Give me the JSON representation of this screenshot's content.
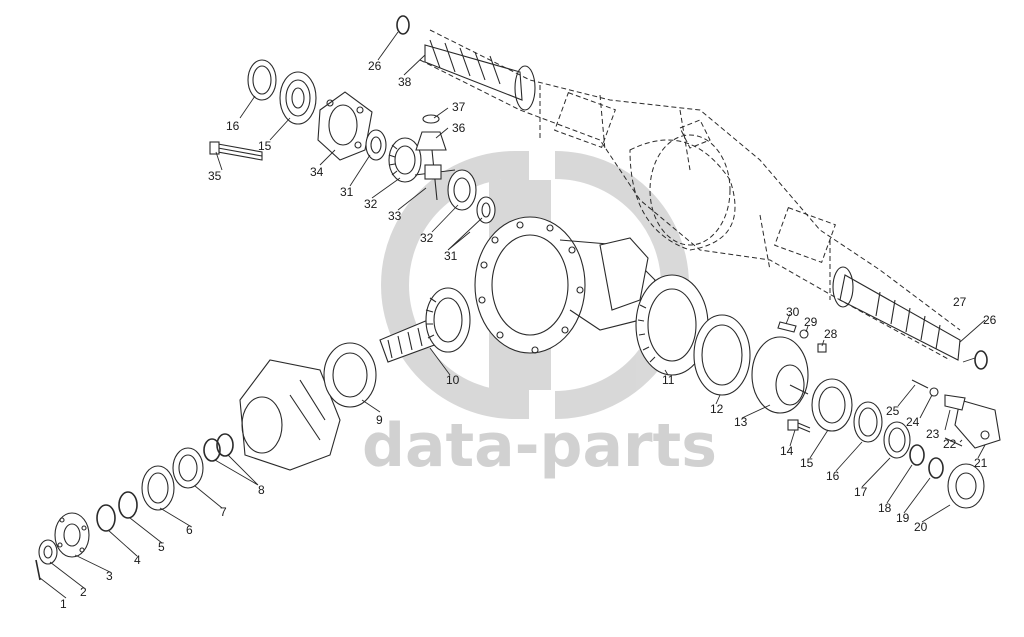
{
  "watermark": {
    "text": "data-parts",
    "color": "#9a9a9a"
  },
  "callouts": {
    "c1": "1",
    "c2": "2",
    "c3": "3",
    "c4": "4",
    "c5": "5",
    "c6": "6",
    "c7": "7",
    "c8": "8",
    "c9": "9",
    "c10": "10",
    "c11": "11",
    "c12": "12",
    "c13": "13",
    "c14": "14",
    "c15a": "15",
    "c15b": "15",
    "c16a": "16",
    "c16b": "16",
    "c17": "17",
    "c18": "18",
    "c19": "19",
    "c20": "20",
    "c21": "21",
    "c22": "22",
    "c23": "23",
    "c24": "24",
    "c25": "25",
    "c26a": "26",
    "c26b": "26",
    "c27": "27",
    "c28": "28",
    "c29": "29",
    "c30": "30",
    "c31a": "31",
    "c31b": "31",
    "c32a": "32",
    "c32b": "32",
    "c33": "33",
    "c34": "34",
    "c35": "35",
    "c36": "36",
    "c37": "37",
    "c38": "38"
  }
}
